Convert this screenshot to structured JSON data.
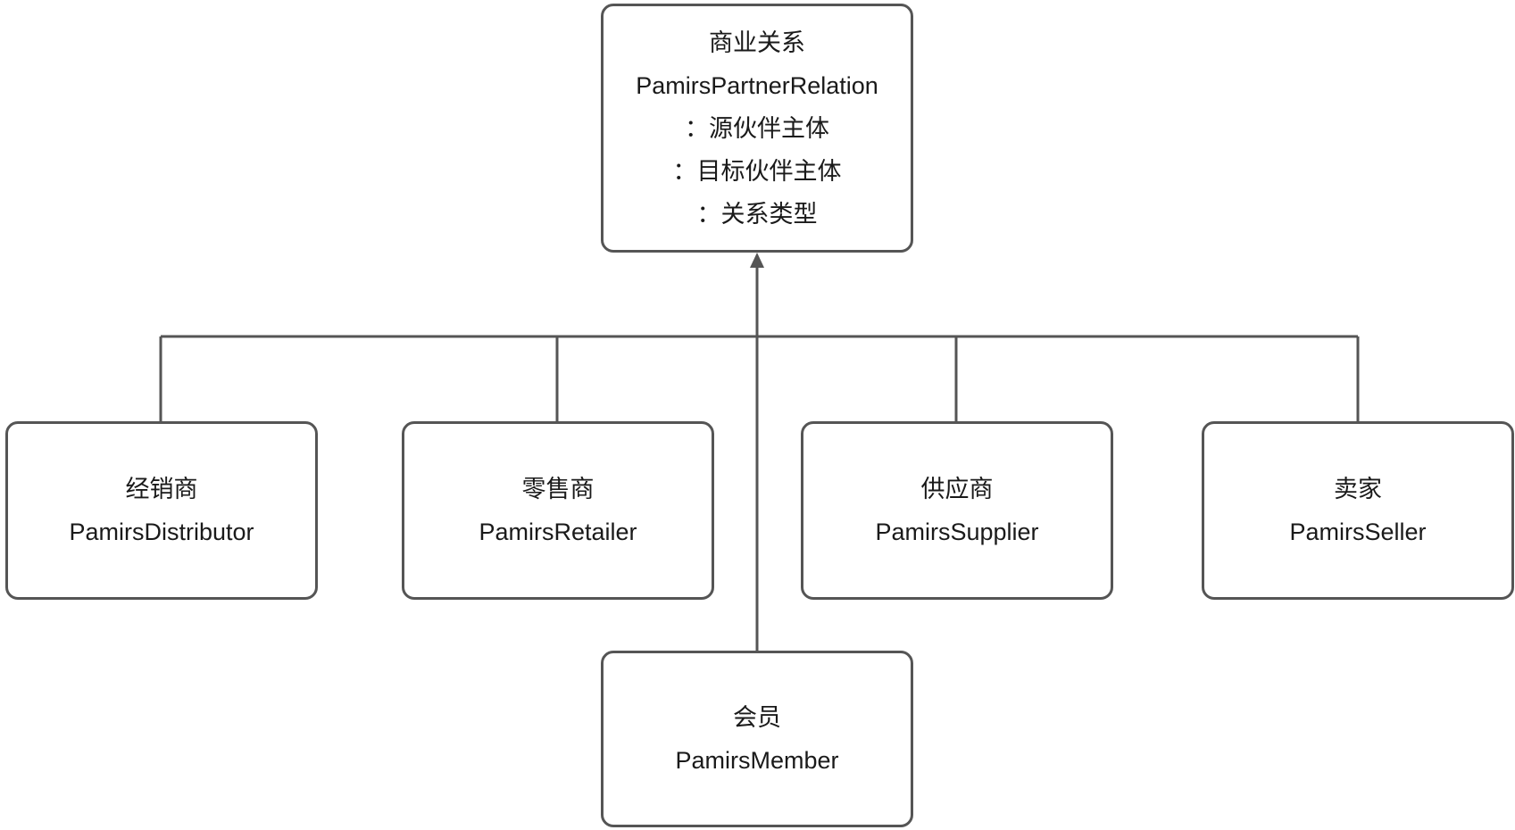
{
  "diagram": {
    "stroke_color": "#555555",
    "parent": {
      "title": "商业关系",
      "class_name": "PamirsPartnerRelation",
      "fields": [
        "：源伙伴主体",
        "：目标伙伴主体",
        "：关系类型"
      ]
    },
    "children": [
      {
        "title": "经销商",
        "class_name": "PamirsDistributor"
      },
      {
        "title": "零售商",
        "class_name": "PamirsRetailer"
      },
      {
        "title": "供应商",
        "class_name": "PamirsSupplier"
      },
      {
        "title": "卖家",
        "class_name": "PamirsSeller"
      },
      {
        "title": "会员",
        "class_name": "PamirsMember"
      }
    ]
  }
}
